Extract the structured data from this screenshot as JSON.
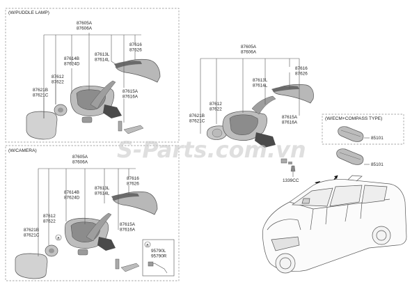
{
  "watermark": "S-Parts.com.vn",
  "sections": {
    "puddle": {
      "title": "(W/PUDDLE LAMP)",
      "labels": {
        "housing": "87605A\n87606A",
        "lamp": "87616\n87626",
        "cover": "87614B\n87624D",
        "cap": "87613L\n87614L",
        "motor": "87612\n87622",
        "glass": "87621B\n87621C",
        "side": "87615A\n87616A"
      }
    },
    "camera": {
      "title": "(W/CAMERA)",
      "labels": {
        "housing": "87605A\n87606A",
        "lamp": "87616\n87626",
        "cover": "87614B\n87624D",
        "cap": "87613L\n87614L",
        "motor": "87612\n87622",
        "glass": "87621B\n87621C",
        "side": "87615A\n87616A",
        "camera": "95790L\n95790R",
        "callout": "a"
      }
    },
    "standard": {
      "labels": {
        "housing": "87605A\n87606A",
        "lamp": "87616\n87626",
        "cap": "87613L\n87614L",
        "motor": "87612\n87622",
        "glass": "87621B\n87621C",
        "side": "87615A\n87616A"
      }
    },
    "ecm": {
      "title": "(W/ECM+COMPASS TYPE)",
      "mirror_ecm": "85101",
      "mirror_std": "85101",
      "screw": "1339CC"
    }
  }
}
